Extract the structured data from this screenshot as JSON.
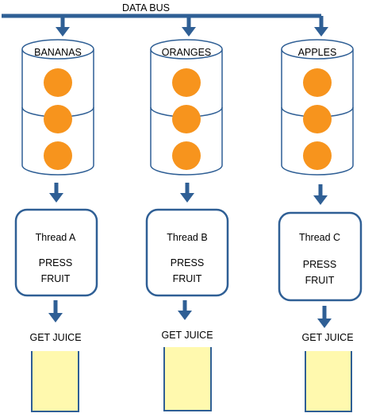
{
  "bus": {
    "label": "DATA BUS",
    "color": "#2f5f95"
  },
  "fruit_color": "#f7941d",
  "cylinder_stroke": "#2f5f95",
  "thread_box_stroke": "#2f5f95",
  "arrow_color": "#2f5f95",
  "glass_fill": "#fff9ae",
  "glass_stroke": "#2f5f95",
  "lanes": [
    {
      "fruit": "BANANAS",
      "thread": "Thread A",
      "action_line1": "PRESS",
      "action_line2": "FRUIT",
      "output": "GET JUICE"
    },
    {
      "fruit": "ORANGES",
      "thread": "Thread B",
      "action_line1": "PRESS",
      "action_line2": "FRUIT",
      "output": "GET JUICE"
    },
    {
      "fruit": "APPLES",
      "thread": "Thread C",
      "action_line1": "PRESS",
      "action_line2": "FRUIT",
      "output": "GET JUICE"
    }
  ]
}
